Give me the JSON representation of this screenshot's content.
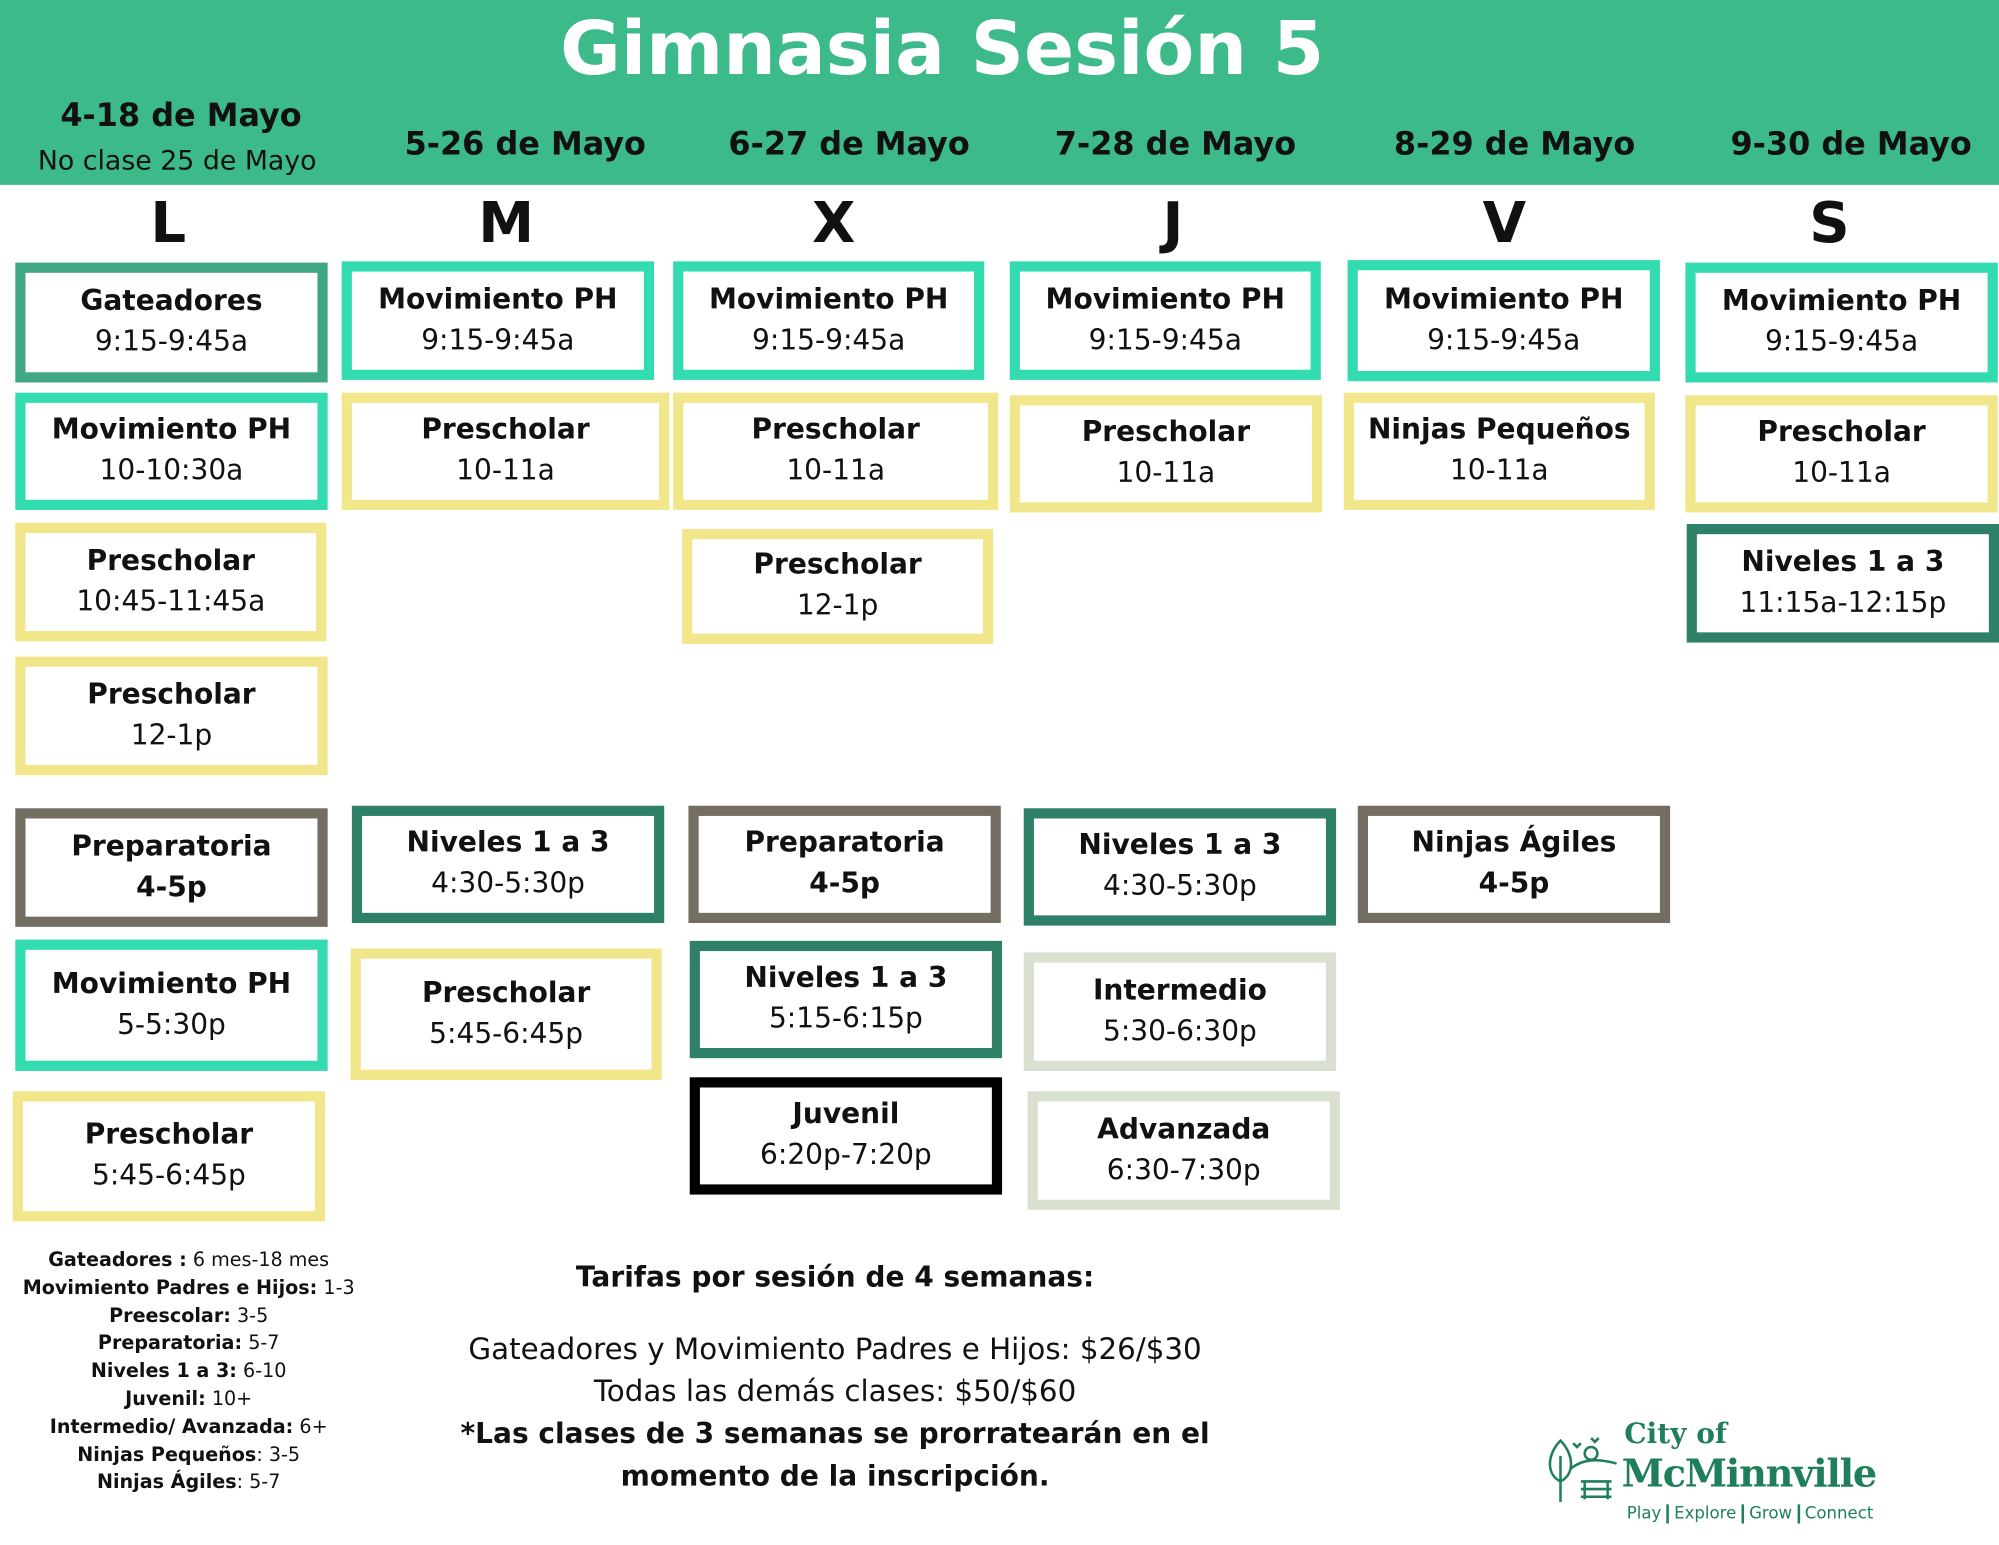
{
  "title": "Gimnasia Sesión 5",
  "days": [
    {
      "date": "4-18 de Mayo",
      "note": "No clase 25 de Mayo",
      "letter": "L"
    },
    {
      "date": "5-26 de Mayo",
      "letter": "M"
    },
    {
      "date": "6-27 de Mayo",
      "letter": "X"
    },
    {
      "date": "7-28 de Mayo",
      "letter": "J"
    },
    {
      "date": "8-29 de Mayo",
      "letter": "V"
    },
    {
      "date": "9-30 de Mayo",
      "letter": "S"
    }
  ],
  "classes": {
    "L": [
      {
        "name": "Gateadores",
        "time": "9:15-9:45a"
      },
      {
        "name": "Movimiento PH",
        "time": "10-10:30a"
      },
      {
        "name": "Prescholar",
        "time": "10:45-11:45a"
      },
      {
        "name": "Prescholar",
        "time": "12-1p"
      },
      {
        "name": "Preparatoria",
        "time": "4-5p"
      },
      {
        "name": "Movimiento PH",
        "time": "5-5:30p"
      },
      {
        "name": "Prescholar",
        "time": "5:45-6:45p"
      }
    ],
    "M": [
      {
        "name": "Movimiento PH",
        "time": "9:15-9:45a"
      },
      {
        "name": "Prescholar",
        "time": "10-11a"
      },
      {
        "name": "Niveles 1 a 3",
        "time": "4:30-5:30p"
      },
      {
        "name": "Prescholar",
        "time": "5:45-6:45p"
      }
    ],
    "X": [
      {
        "name": "Movimiento PH",
        "time": "9:15-9:45a"
      },
      {
        "name": "Prescholar",
        "time": "10-11a"
      },
      {
        "name": "Prescholar",
        "time": "12-1p"
      },
      {
        "name": "Preparatoria",
        "time": "4-5p"
      },
      {
        "name": "Niveles 1 a 3",
        "time": "5:15-6:15p"
      },
      {
        "name": "Juvenil",
        "time": "6:20p-7:20p"
      }
    ],
    "J": [
      {
        "name": "Movimiento PH",
        "time": "9:15-9:45a"
      },
      {
        "name": "Prescholar",
        "time": "10-11a"
      },
      {
        "name": "Niveles 1 a 3",
        "time": "4:30-5:30p"
      },
      {
        "name": "Intermedio",
        "time": "5:30-6:30p"
      },
      {
        "name": "Advanzada",
        "time": "6:30-7:30p"
      }
    ],
    "V": [
      {
        "name": "Movimiento PH",
        "time": "9:15-9:45a"
      },
      {
        "name": "Ninjas Pequeños",
        "time": "10-11a"
      },
      {
        "name": "Ninjas Ágiles",
        "time": "4-5p"
      }
    ],
    "S": [
      {
        "name": "Movimiento PH",
        "time": "9:15-9:45a"
      },
      {
        "name": "Prescholar",
        "time": "10-11a"
      },
      {
        "name": "Niveles 1 a 3",
        "time": "11:15a-12:15p"
      }
    ]
  },
  "legend": [
    {
      "label": "Gateadores :",
      "ages": "6 mes-18 mes"
    },
    {
      "label": "Movimiento Padres e Hijos:",
      "ages": "1-3"
    },
    {
      "label": "Preescolar:",
      "ages": "3-5"
    },
    {
      "label": "Preparatoria:",
      "ages": "5-7"
    },
    {
      "label": "Niveles 1 a 3:",
      "ages": "6-10"
    },
    {
      "label": "Juvenil:",
      "ages": "10+"
    },
    {
      "label": "Intermedio/ Avanzada:",
      "ages": "6+"
    },
    {
      "label": "Ninjas Pequeños",
      "ages": ": 3-5"
    },
    {
      "label": "Ninjas Ágiles",
      "ages": ": 5-7"
    }
  ],
  "fees": {
    "heading": "Tarifas por sesión de 4 semanas:",
    "line1": "Gateadores y Movimiento Padres e Hijos: $26/$30",
    "line2": "Todas las demás clases: $50/$60",
    "note1": "*Las clases de 3 semanas se prorratearán en el",
    "note2": "momento de la inscripción."
  },
  "logo": {
    "line1": "City of",
    "line2": "McMinnville",
    "tags": [
      "Play",
      "Explore",
      "Grow",
      "Connect"
    ]
  },
  "colors": {
    "header": "#3dba8a",
    "teal": "#33dbb0",
    "yellow": "#f1e68a",
    "dark_green": "#2e8068",
    "gray": "#736d62",
    "sage": "#d9e0cf"
  }
}
